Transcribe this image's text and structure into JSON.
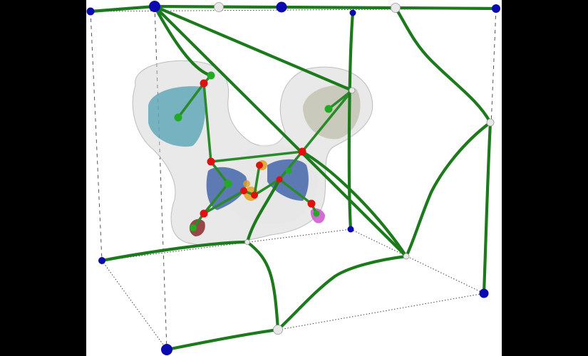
{
  "view": {
    "background": "#000000",
    "canvas": "#ffffff"
  },
  "colors": {
    "path": "#1c7a1c",
    "bond": "#2a8a2a",
    "critical_point_blue": "#0a0ab0",
    "critical_point_white": "#e8e8e8",
    "critical_point_red": "#e01010",
    "critical_point_green": "#22aa22",
    "lobe_teal": "#4f9fb0",
    "lobe_gray": "#b8b8a8",
    "lobe_blue": "#3a5ea8",
    "lobe_magenta": "#cc55cc",
    "lobe_maroon": "#8a2a2a",
    "lobe_orange": "#e0a020",
    "isosurface": "#d0d0d0"
  },
  "scene": {
    "isosurfaces": [
      "outer-density-isosurface"
    ],
    "lobes": [
      "teal-lobe",
      "gray-lobe",
      "blue-lobe-left",
      "blue-lobe-right",
      "magenta-lobe",
      "maroon-lobe",
      "orange-lobe"
    ],
    "node_groups": [
      "blue-nodes",
      "white-nodes",
      "red-nodes",
      "green-nodes"
    ]
  }
}
